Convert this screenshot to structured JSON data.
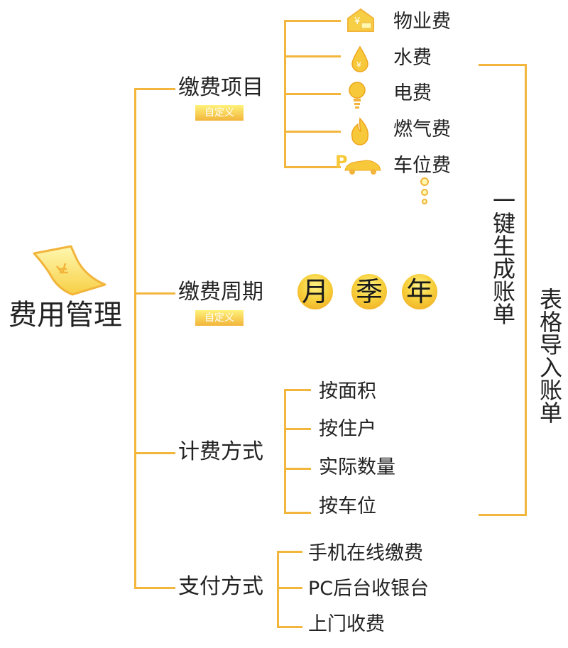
{
  "root": {
    "label": "费用管理",
    "icon": "bill-icon"
  },
  "categories": {
    "items": {
      "label": "缴费项目",
      "tag": "自定义"
    },
    "period": {
      "label": "缴费周期",
      "tag": "自定义"
    },
    "billing": {
      "label": "计费方式"
    },
    "payment": {
      "label": "支付方式"
    }
  },
  "fee_items": [
    {
      "label": "物业费",
      "icon": "property-house-icon"
    },
    {
      "label": "水费",
      "icon": "water-drop-icon"
    },
    {
      "label": "电费",
      "icon": "light-bulb-icon"
    },
    {
      "label": "燃气费",
      "icon": "flame-icon"
    },
    {
      "label": "车位费",
      "icon": "parking-car-icon"
    }
  ],
  "periods": [
    "月",
    "季",
    "年"
  ],
  "billing_methods": [
    "按面积",
    "按住户",
    "实际数量",
    "按车位"
  ],
  "payment_methods": [
    "手机在线缴费",
    "PC后台收银台",
    "上门收费"
  ],
  "side_labels": {
    "one_click": "一键生成账单",
    "import": "表格导入账单"
  },
  "colors": {
    "line": "#f3b63c",
    "icon_gold": "#f2b43a",
    "tag_top": "#fff27a"
  }
}
